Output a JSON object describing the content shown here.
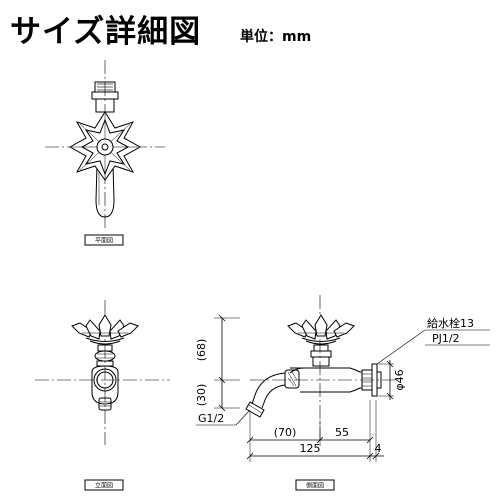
{
  "header": {
    "title": "サイズ詳細図",
    "unit": "単位：mm"
  },
  "views": {
    "plan": "平面図",
    "front": "立面図",
    "side": "側面図"
  },
  "dimensions": {
    "height_68": "(68)",
    "height_30": "(30)",
    "depth_70": "(70)",
    "depth_55": "55",
    "length_125": "125",
    "flange_4": "4",
    "diameter_46": "φ46",
    "thread_g": "G1/2",
    "inlet_name": "給水栓13",
    "inlet_thread": "PJ1/2"
  }
}
